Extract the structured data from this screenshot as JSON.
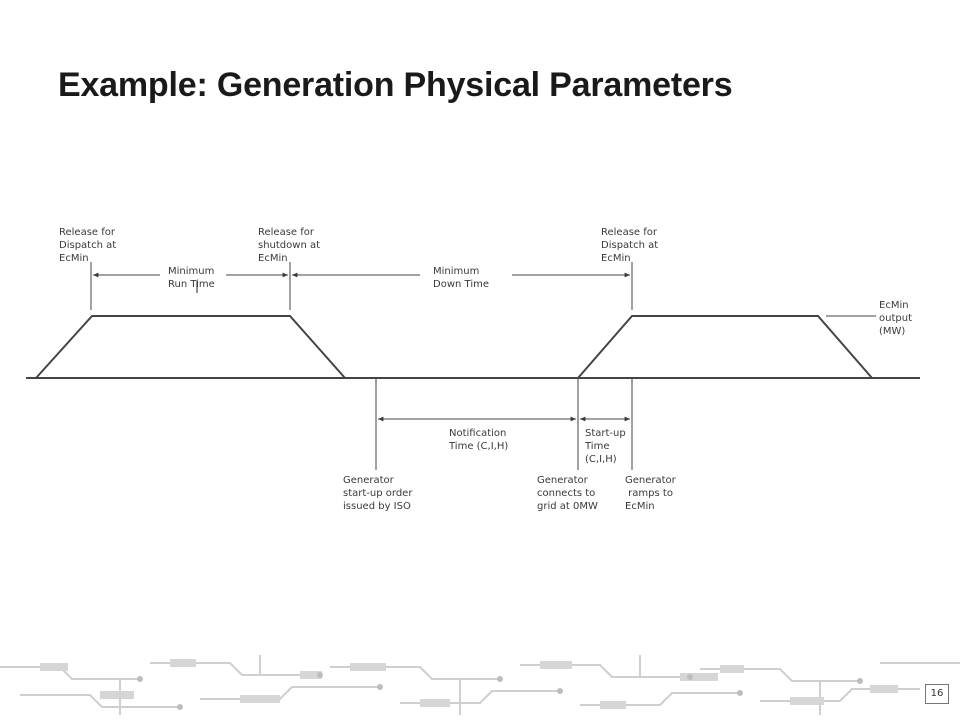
{
  "slide": {
    "title": "Example: Generation Physical Parameters",
    "page_number": "16"
  },
  "diagram": {
    "labels": {
      "release_dispatch_1": [
        "Release for",
        "Dispatch at",
        "EcMin"
      ],
      "release_shutdown": [
        "Release for",
        "shutdown at",
        "EcMin"
      ],
      "release_dispatch_2": [
        "Release for",
        "Dispatch at",
        "EcMin"
      ],
      "min_run_time": [
        "Minimum",
        "Run Time"
      ],
      "min_down_time": [
        "Minimum",
        "Down Time"
      ],
      "ecmin_output": [
        "EcMin",
        "output",
        "(MW)"
      ],
      "notification_time": [
        "Notification",
        "Time (C,I,H)"
      ],
      "startup_time": [
        "Start-up",
        "Time",
        "(C,I,H)"
      ],
      "gen_startup_order": [
        "Generator",
        "start-up order",
        "issued by ISO"
      ],
      "gen_connects": [
        "Generator",
        "connects to",
        "grid at 0MW"
      ],
      "gen_ramps": [
        "Generator",
        " ramps to",
        "EcMin"
      ]
    }
  }
}
